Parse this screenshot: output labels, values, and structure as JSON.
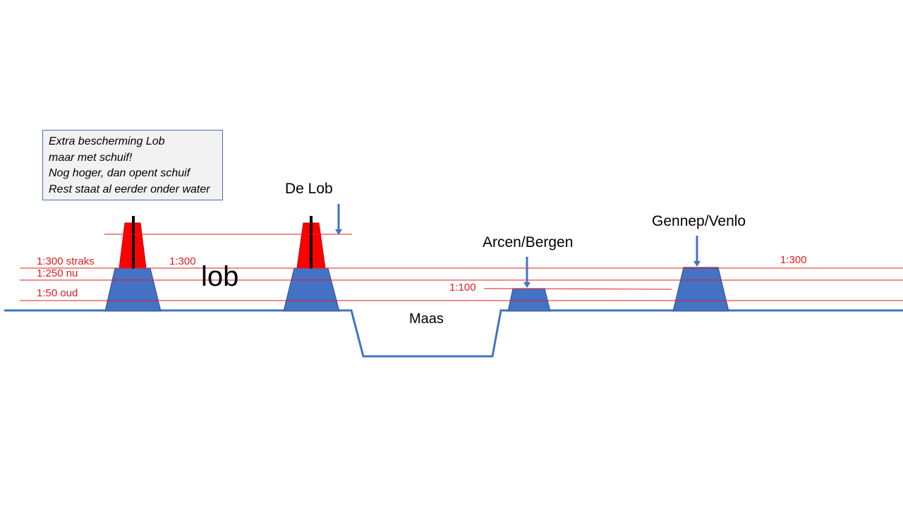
{
  "note": {
    "lines": [
      "Extra bescherming Lob",
      "maar met schuif!",
      "Nog hoger, dan opent schuif",
      "Rest staat al eerder onder water"
    ]
  },
  "levels": {
    "straks": "1:300 straks",
    "nu": "1:250 nu",
    "oud": "1:50 oud",
    "lob_level": "1:300",
    "arcen_level": "1:100",
    "right_level": "1:300"
  },
  "places": {
    "de_lob": "De Lob",
    "lob": "lob",
    "arcen": "Arcen/Bergen",
    "gennep": "Gennep/Venlo",
    "maas": "Maas"
  },
  "colors": {
    "dike": "#4472c4",
    "gate": "#ff0000",
    "level_line": "#e01b1b",
    "ground": "#4472c4"
  }
}
